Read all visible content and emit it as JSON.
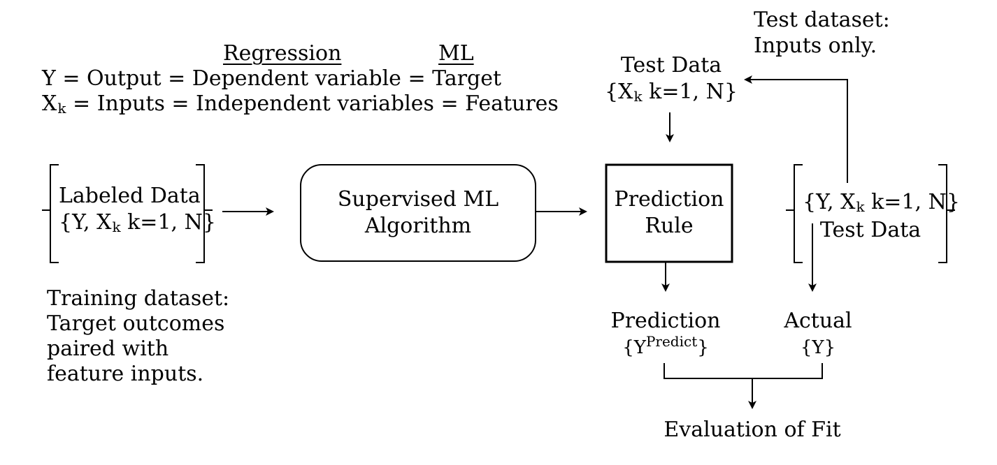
{
  "header": {
    "regression_label": "Regression",
    "ml_label": "ML",
    "y_definition": "Y = Output = Dependent variable = Target",
    "x_var": "X",
    "x_sub": "k",
    "x_definition": " = Inputs = Independent variables = Features"
  },
  "training": {
    "box_line1": "Labeled Data",
    "set_open": "{Y, X",
    "set_sub": "k",
    "set_close": " k=1, N}",
    "caption_lines": [
      "Training dataset:",
      "Target outcomes",
      "paired with",
      "feature inputs."
    ]
  },
  "algorithm": {
    "line1": "Supervised ML",
    "line2": "Algorithm"
  },
  "prediction_rule": {
    "line1": "Prediction",
    "line2": "Rule"
  },
  "test_input": {
    "title": "Test Data",
    "set_open": "{X",
    "set_sub": "k",
    "set_close": " k=1, N}"
  },
  "test_caption": {
    "line1": "Test dataset:",
    "line2": "Inputs only."
  },
  "test_bracket": {
    "set_open": "{Y, X",
    "set_sub": "k",
    "set_close": " k=1, N}",
    "line2": "Test Data"
  },
  "prediction": {
    "title": "Prediction",
    "set_open": "{Y",
    "set_sup": "Predict",
    "set_close": "}"
  },
  "actual": {
    "title": "Actual",
    "set": "{Y}"
  },
  "evaluation": {
    "label": "Evaluation of Fit"
  }
}
